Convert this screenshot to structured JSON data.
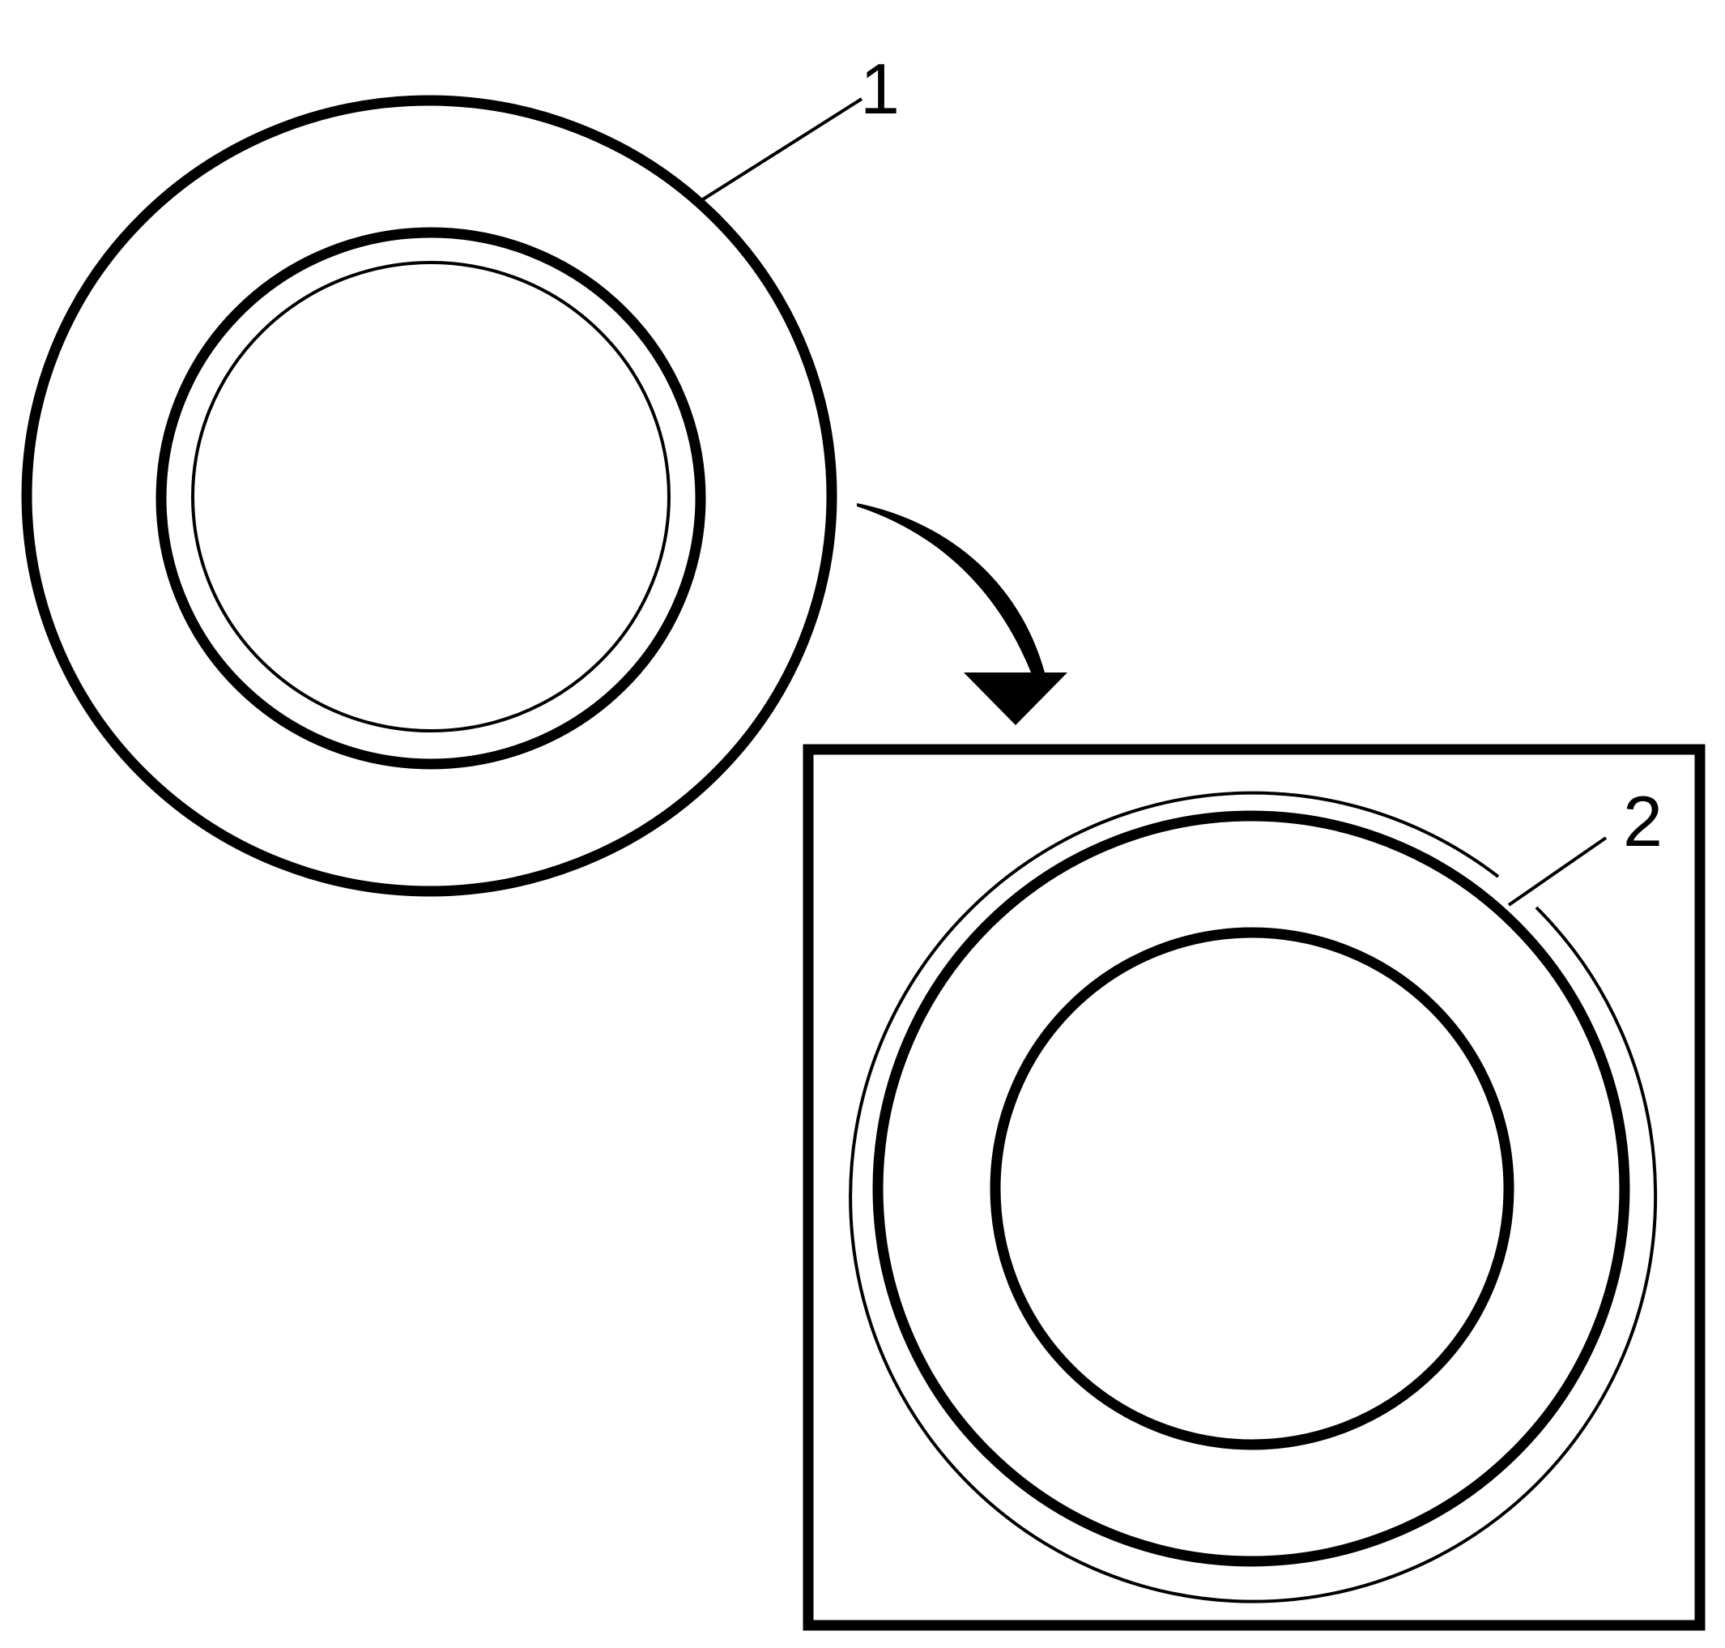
{
  "diagram": {
    "callouts": [
      {
        "id": "1",
        "label": "1"
      },
      {
        "id": "2",
        "label": "2"
      }
    ]
  },
  "colors": {
    "stroke": "#000000",
    "background": "#ffffff"
  }
}
